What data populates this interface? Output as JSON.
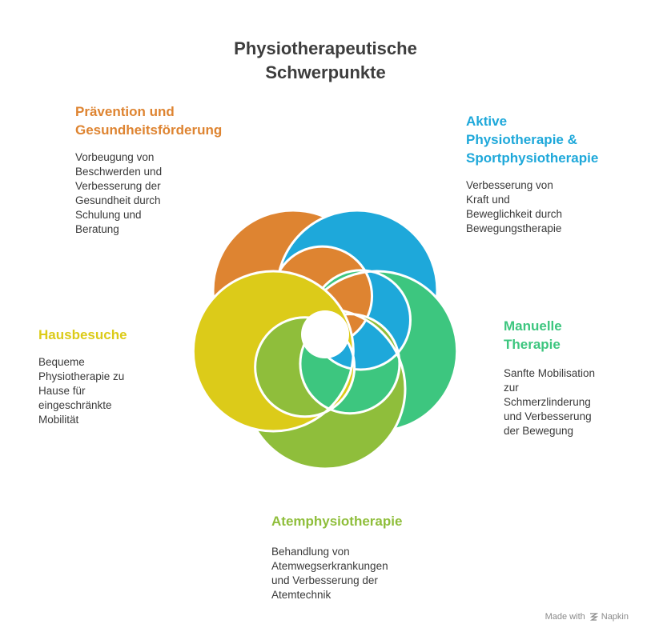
{
  "title": "Physiotherapeutische\nSchwerpunkte",
  "colors": {
    "orange": "#DE8431",
    "blue": "#1EA8DA",
    "green": "#3DC67F",
    "lime": "#8FBE3B",
    "yellow": "#DCCB19"
  },
  "items": [
    {
      "key": "praevention",
      "title": "Prävention und\nGesundheitsförderung",
      "description": "Vorbeugung von\nBeschwerden und\nVerbesserung der\nGesundheit durch\nSchulung und\nBeratung",
      "color": "#DE8431"
    },
    {
      "key": "aktive",
      "title": "Aktive\nPhysiotherapie &\nSportphysiotherapie",
      "description": "Verbesserung von\nKraft und\nBeweglichkeit durch\nBewegungstherapie",
      "color": "#1EA8DA"
    },
    {
      "key": "manuelle",
      "title": "Manuelle\nTherapie",
      "description": "Sanfte Mobilisation\nzur\nSchmerzlinderung\nund Verbesserung\nder Bewegung",
      "color": "#3DC67F"
    },
    {
      "key": "haus",
      "title": "Hausbesuche",
      "description": "Bequeme\nPhysiotherapie zu\nHause für\neingeschränkte\nMobilität",
      "color": "#DCCB19"
    },
    {
      "key": "atem",
      "title": "Atemphysiotherapie",
      "description": "Behandlung von\nAtemwegserkrankungen\nund Verbesserung der\nAtemtechnik",
      "color": "#8FBE3B"
    }
  ],
  "footer": {
    "made_with": "Made with",
    "brand": "Napkin",
    "logo_icon": "napkin-logo-icon"
  }
}
